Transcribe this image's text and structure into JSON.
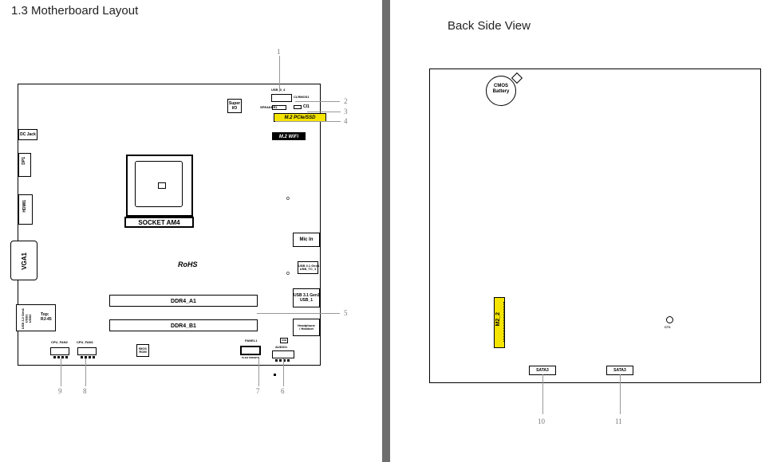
{
  "left_page": {
    "title": "1.3  Motherboard Layout",
    "labels": {
      "usb_header": "USB_3_4",
      "clrmos": "CLRMOS1",
      "speaker": "SPEAKER1",
      "ci": "CI1",
      "m2_pcie": "M.2 PCIe/SSD",
      "m2_wifi": "M.2 WiFi",
      "super_io": "Super\nI/O",
      "dc_jack": "DC Jack",
      "dp": "DP1",
      "hdmi": "HDMI1",
      "vga": "VGA1",
      "lan": "Top:\nRJ-45",
      "lan_usb": "USB 3.2 Gen1\nUSB1\nUSB2",
      "socket": "SOCKET AM4",
      "rohs": "RoHS",
      "mic_in": "Mic In",
      "usb_tc": "USB 3.1 Gen1\nUSB_TC_1",
      "usb31": "USB 3.1 Gen1\nUSB_1",
      "ddr_a1": "DDR4_A1",
      "ddr_b1": "DDR4_B1",
      "headphone": "Headphone\n/ Headset",
      "cpu_fan2": "CPU_FAN2",
      "cpu_fan1": "CPU_FAN1",
      "bios": "BIOS\nROM",
      "panel": "PANEL1",
      "panel_sub": "PLED PWRBTN",
      "usb_small": "USB",
      "audio": "AUDIO1"
    },
    "callouts": [
      "1",
      "2",
      "3",
      "4",
      "5",
      "6",
      "7",
      "8",
      "9"
    ]
  },
  "right_page": {
    "title": "Back Side View",
    "labels": {
      "cmos_battery": "CMOS\nBattery",
      "m2_2": "M2_2",
      "ct1": "CT1",
      "sata3_a": "SATA3",
      "sata3_b": "SATA3"
    },
    "callouts": [
      "10",
      "11"
    ]
  },
  "colors": {
    "accent": "#f5e400",
    "gutter": "#6e6e6e"
  }
}
